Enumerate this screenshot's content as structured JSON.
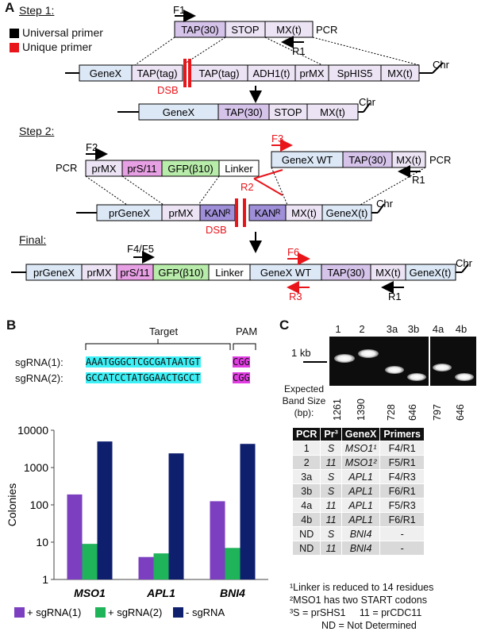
{
  "panelA": {
    "letter": "A",
    "step1": "Step 1:",
    "step2": "Step 2:",
    "final": "Final:",
    "legend": {
      "universal": "Universal primer",
      "unique": "Unique primer",
      "universal_color": "#000000",
      "unique_color": "#e8151b"
    },
    "s1_pcr": {
      "seg1": "TAP(30)",
      "seg2": "STOP",
      "seg3": "MX(t)",
      "tag": "PCR",
      "F": "F1",
      "R": "R1"
    },
    "s1_chr": {
      "seg1": "GeneX",
      "seg2": "TAP(tag)",
      "seg3": "TAP(tag)",
      "seg4": "ADH1(t)",
      "seg5": "prMX",
      "seg6": "SpHIS5",
      "seg7": "MX(t)",
      "chr": "Chr",
      "dsb": "DSB"
    },
    "s1_result": {
      "seg1": "GeneX",
      "seg2": "TAP(30)",
      "seg3": "STOP",
      "seg4": "MX(t)",
      "chr": "Chr"
    },
    "s2_pcrL": {
      "tag": "PCR",
      "seg1": "prMX",
      "seg2": "prS/11",
      "seg3": "GFP(β10)",
      "seg4": "Linker",
      "F": "F2"
    },
    "s2_pcrR": {
      "seg1": "GeneX WT",
      "seg2": "TAP(30)",
      "seg3": "MX(t)",
      "tag": "PCR",
      "F": "F3",
      "R": "R1",
      "R2": "R2"
    },
    "s2_chr": {
      "seg1": "prGeneX",
      "seg2": "prMX",
      "seg3": "KANᴿ",
      "seg4": "KANᴿ",
      "seg5": "MX(t)",
      "seg6": "GeneX(t)",
      "chr": "Chr",
      "dsb": "DSB"
    },
    "final_chr": {
      "seg1": "prGeneX",
      "seg2": "prMX",
      "seg3": "prS/11",
      "seg4": "GFP(β10)",
      "seg5": "Linker",
      "seg6": "GeneX WT",
      "seg7": "TAP(30)",
      "seg8": "MX(t)",
      "seg9": "GeneX(t)",
      "chr": "Chr",
      "F45": "F4/F5",
      "F6": "F6",
      "R3": "R3",
      "R1": "R1"
    }
  },
  "panelB": {
    "letter": "B",
    "target": "Target",
    "pam": "PAM",
    "sg1_label": "sgRNA(1):",
    "sg1_seq": "AAATGGGCTCGCGATAATGT",
    "sg1_pam": "CGG",
    "sg2_label": "sgRNA(2):",
    "sg2_seq": "GCCATCCTATGGAACTGCCT",
    "sg2_pam": "CGG"
  },
  "chart_data": {
    "type": "bar",
    "categories": [
      "MSO1",
      "APL1",
      "BNI4"
    ],
    "series": [
      {
        "name": "+ sgRNA(1)",
        "color": "#7b3fc0",
        "values": [
          190,
          4,
          125
        ]
      },
      {
        "name": "+ sgRNA(2)",
        "color": "#1fb35a",
        "values": [
          9,
          5,
          7
        ]
      },
      {
        "name": "- sgRNA",
        "color": "#0e1f6e",
        "values": [
          5000,
          2400,
          4300
        ]
      }
    ],
    "ylabel": "Colonies",
    "yscale": "log",
    "ylim": [
      1,
      10000
    ],
    "yticks": [
      "1",
      "10",
      "100",
      "1000",
      "10000"
    ],
    "legend_position": "bottom"
  },
  "panelC": {
    "letter": "C",
    "lanes": [
      "1",
      "2",
      "3a",
      "3b",
      "4a",
      "4b"
    ],
    "kb": "1 kb",
    "expected": "Expected Band Size (bp):",
    "sizes": [
      "1261",
      "1390",
      "728",
      "646",
      "797",
      "646"
    ],
    "table": {
      "headers": [
        "PCR",
        "Pr³",
        "GeneX",
        "Primers"
      ],
      "rows": [
        [
          "1",
          "S",
          "MSO1¹",
          "F4/R1"
        ],
        [
          "2",
          "11",
          "MSO1²",
          "F5/R1"
        ],
        [
          "3a",
          "S",
          "APL1",
          "F4/R3"
        ],
        [
          "3b",
          "S",
          "APL1",
          "F6/R1"
        ],
        [
          "4a",
          "11",
          "APL1",
          "F5/R3"
        ],
        [
          "4b",
          "11",
          "APL1",
          "F6/R1"
        ],
        [
          "ND",
          "S",
          "BNI4",
          "-"
        ],
        [
          "ND",
          "11",
          "BNI4",
          "-"
        ]
      ]
    },
    "foot1": "¹Linker is reduced to 14 residues",
    "foot2": "²MSO1 has two START codons",
    "foot3": "³S = prSHS1     11 = prCDC11",
    "foot4": "ND = Not Determined"
  }
}
